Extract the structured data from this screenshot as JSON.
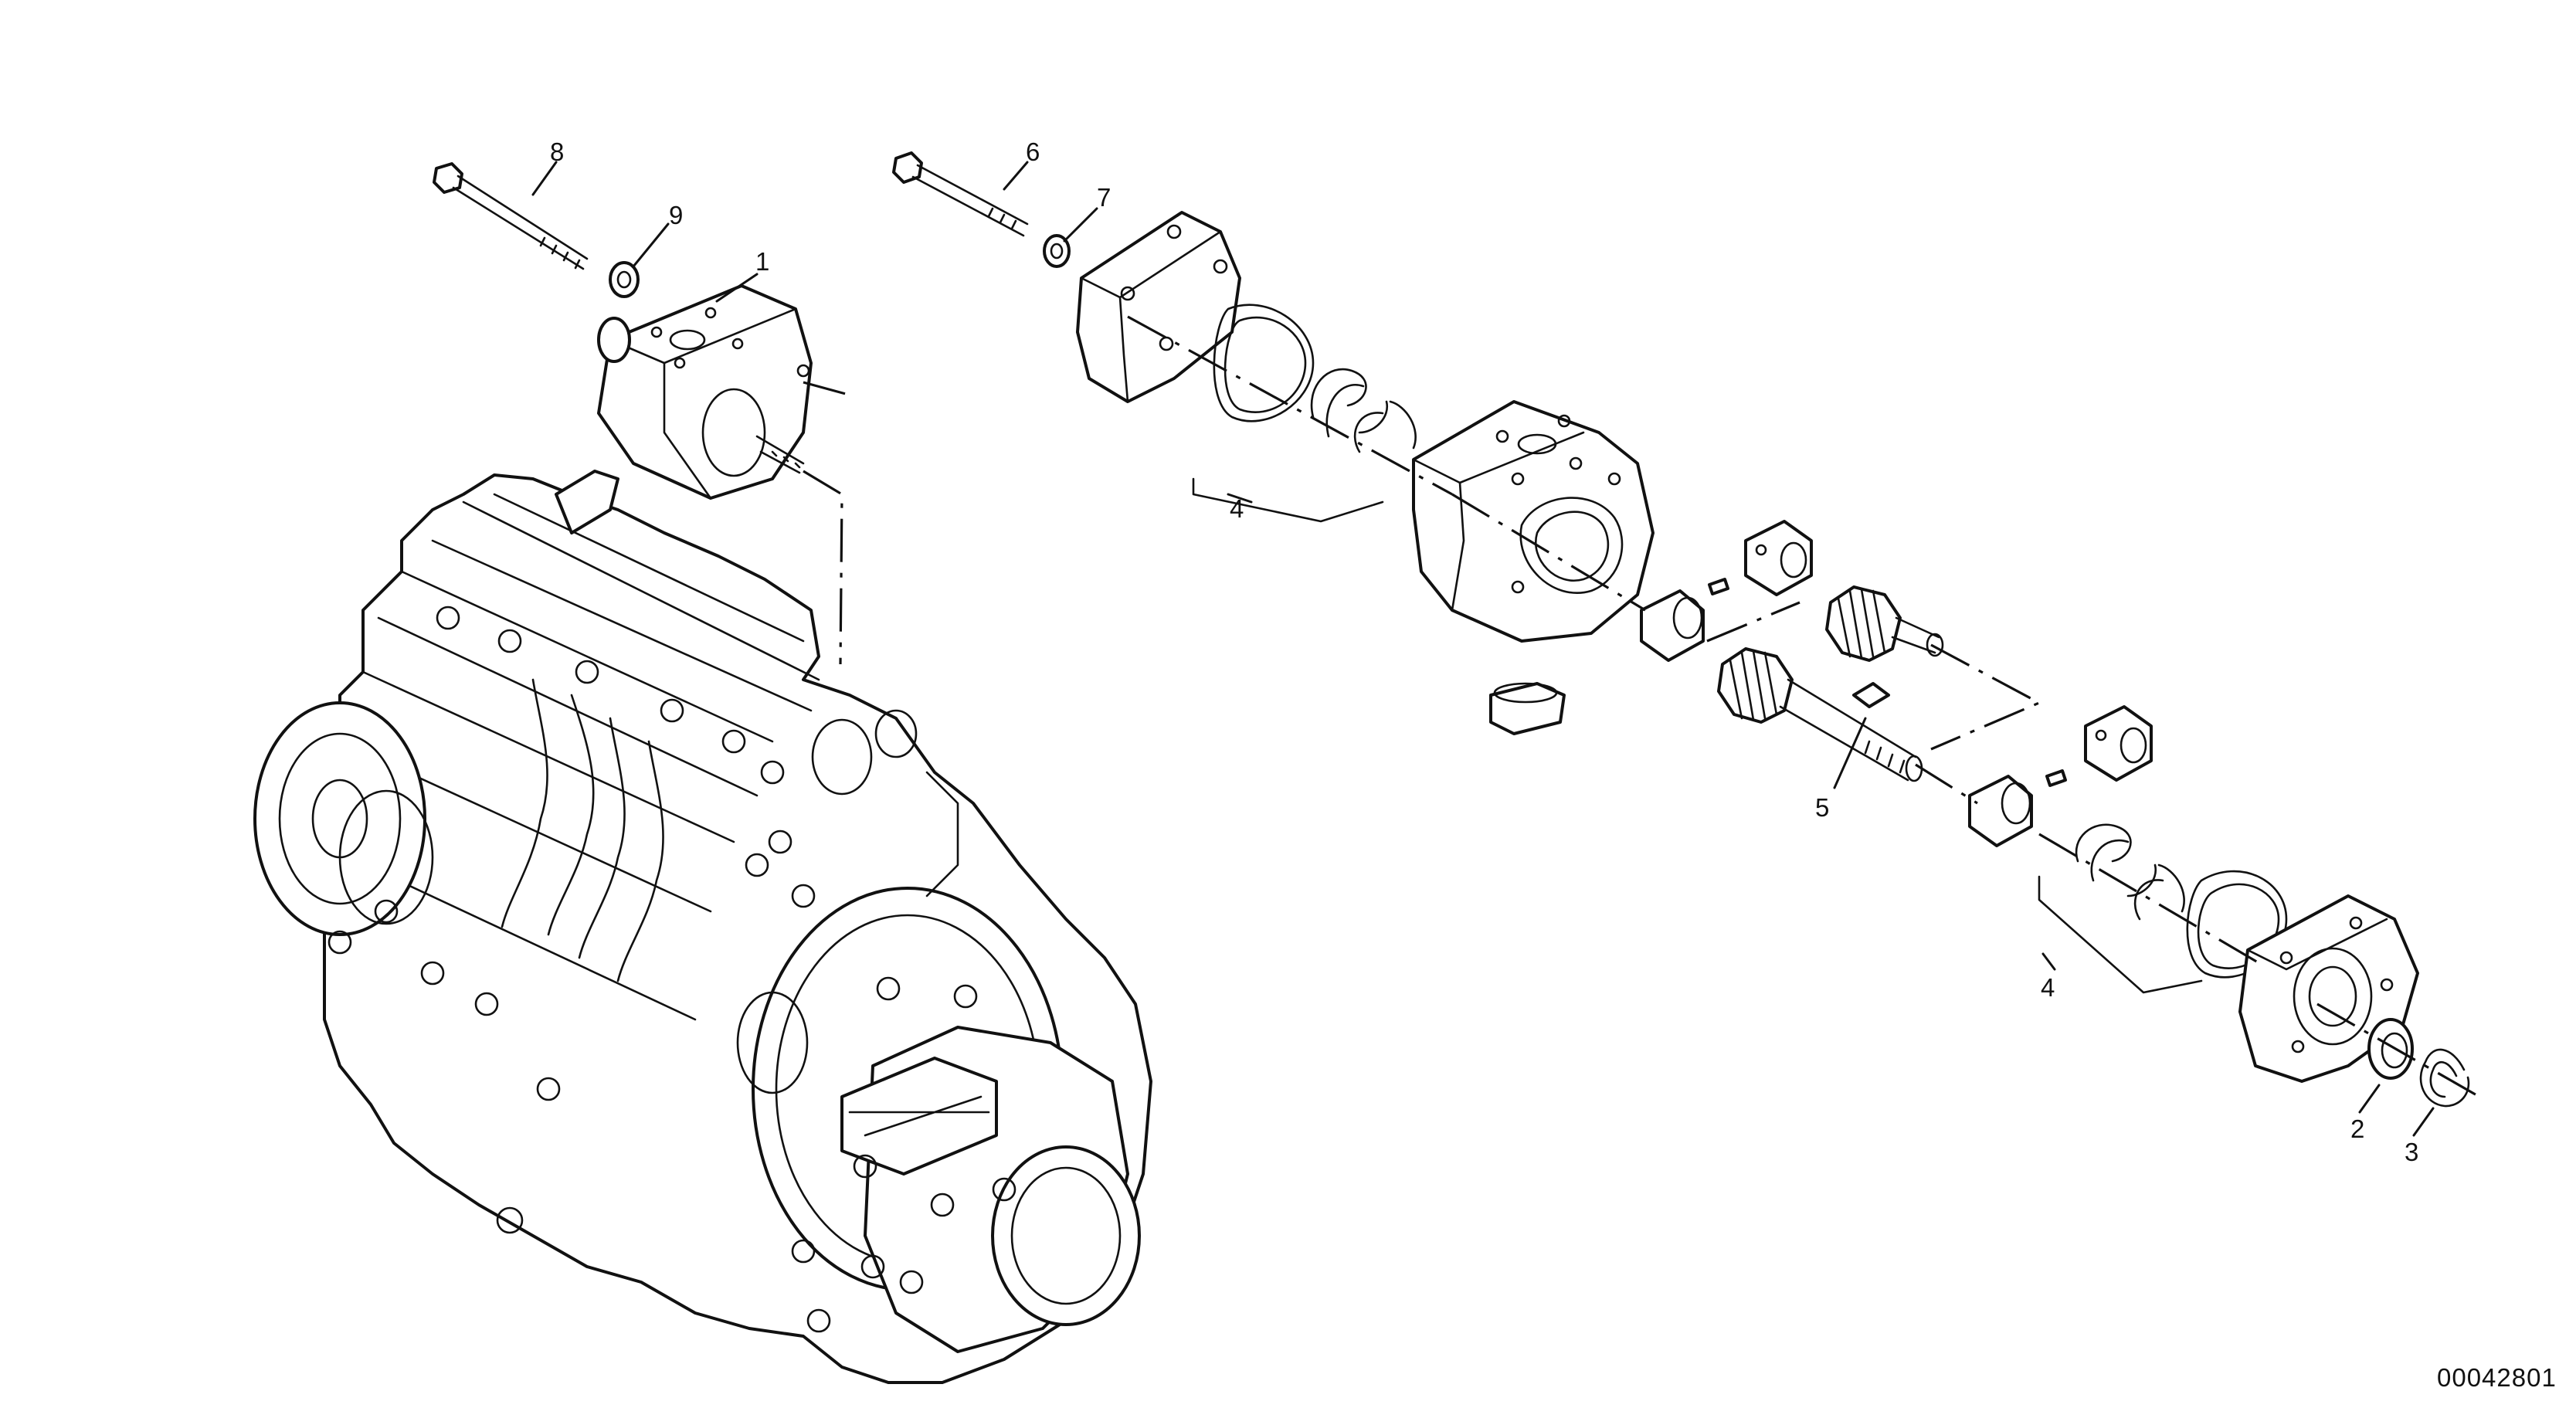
{
  "diagram": {
    "drawing_number": "00042801",
    "callouts": [
      "1",
      "2",
      "3",
      "4",
      "4",
      "5",
      "6",
      "7",
      "8",
      "9"
    ]
  },
  "colors": {
    "line": "#111111",
    "background": "#ffffff"
  }
}
